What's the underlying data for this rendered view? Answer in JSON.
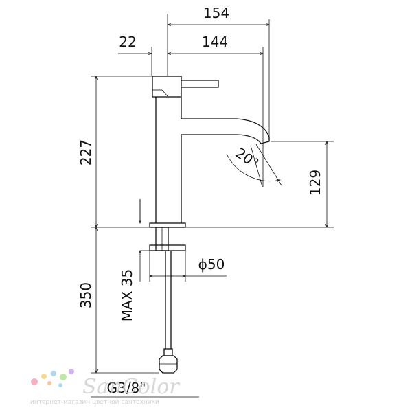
{
  "dimensions": {
    "overall_width": "154",
    "handle_offset": "22",
    "spout_reach": "144",
    "body_height": "227",
    "spout_height": "129",
    "swivel_angle": "20°",
    "max_deck": "MAX 35",
    "hose_length": "350",
    "base_diameter": "ϕ50",
    "thread": "G3/8\""
  },
  "watermark": {
    "brand": "SanColor",
    "tagline": "интернет-магазин цветной сантехники"
  },
  "colors": {
    "line": "#111111",
    "watermark_text": "#d0d0d0",
    "watermark_dots": [
      "#f4a3b5",
      "#f7d27c",
      "#9fd4f0",
      "#b7e39a",
      "#c9a9ee",
      "#f8b98a"
    ]
  }
}
